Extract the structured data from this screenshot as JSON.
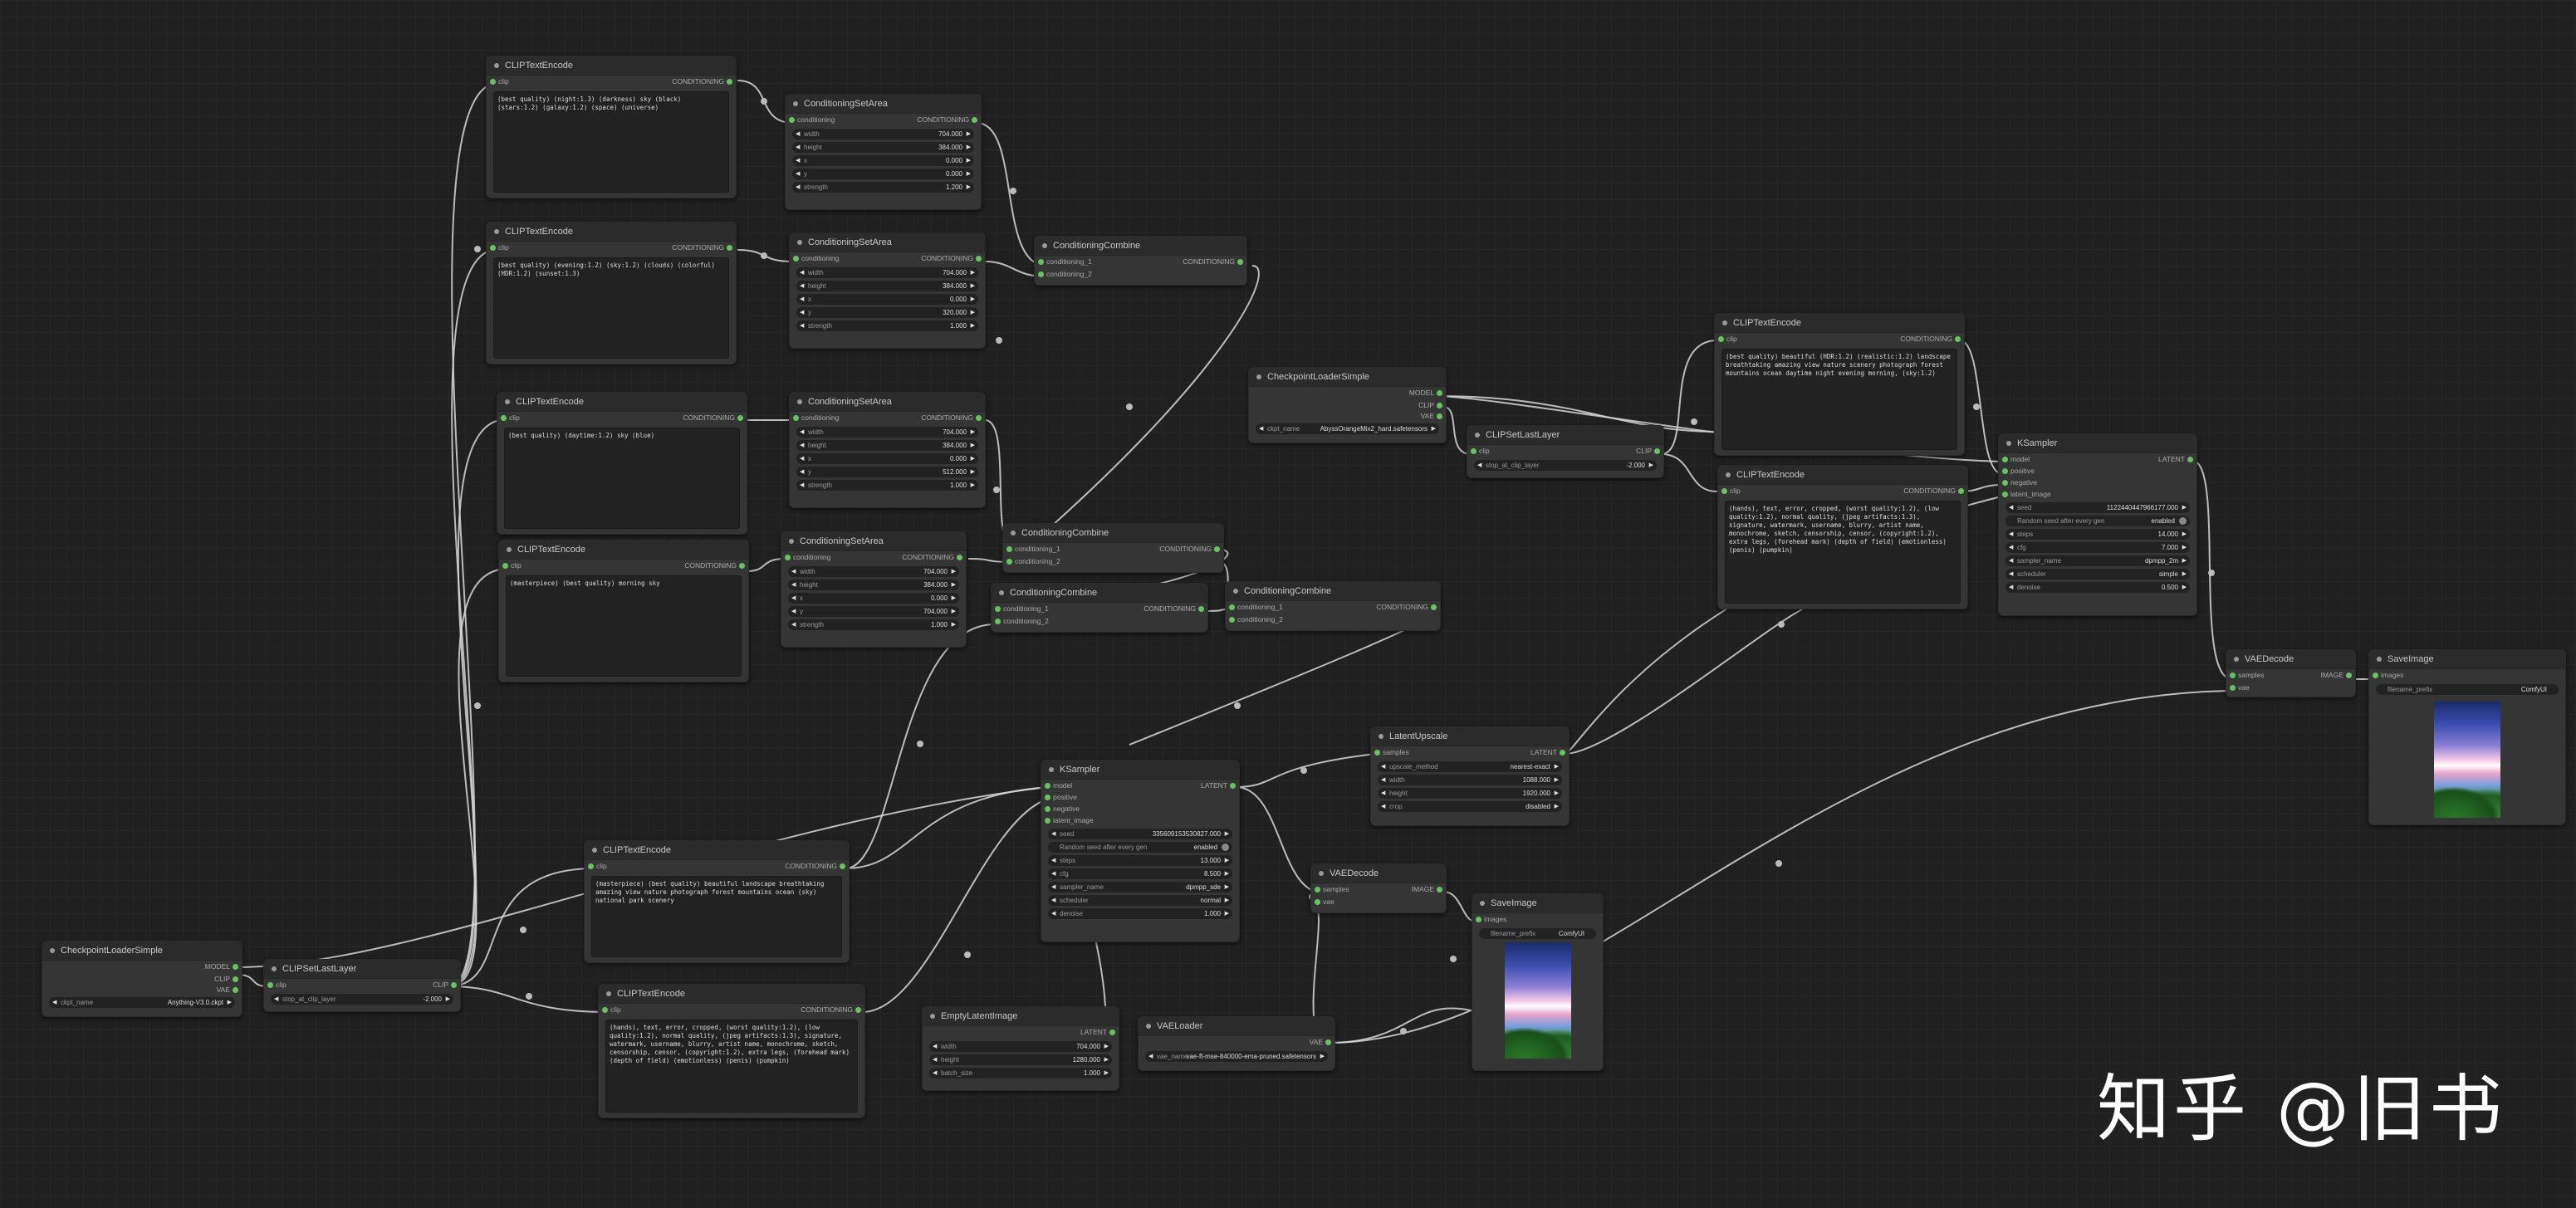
{
  "watermark": "知乎 @旧书",
  "labels": {
    "clip": "clip",
    "conditioning": "conditioning",
    "CONDITIONING": "CONDITIONING",
    "conditioning_1": "conditioning_1",
    "conditioning_2": "conditioning_2",
    "MODEL": "MODEL",
    "CLIP": "CLIP",
    "VAE": "VAE",
    "model": "model",
    "positive": "positive",
    "negative": "negative",
    "latent_image": "latent_image",
    "LATENT": "LATENT",
    "samples": "samples",
    "vae": "vae",
    "IMAGE": "IMAGE",
    "images": "images"
  },
  "titles": {
    "clip_text_encode": "CLIPTextEncode",
    "conditioning_set_area": "ConditioningSetArea",
    "conditioning_combine": "ConditioningCombine",
    "checkpoint_loader": "CheckpointLoaderSimple",
    "clip_set_last_layer": "CLIPSetLastLayer",
    "ksampler": "KSampler",
    "latent_upscale": "LatentUpscale",
    "vae_decode": "VAEDecode",
    "save_image": "SaveImage",
    "empty_latent": "EmptyLatentImage",
    "vae_loader": "VAELoader"
  },
  "prompts": {
    "p1": "(best quality) (night:1.3) (darkness) sky (black) (stars:1.2) (galaxy:1.2) (space) (universe)",
    "p2": "(best quality) (evening:1.2) (sky:1.2) (clouds) (colorful) (HDR:1.2) (sunset:1.3)",
    "p3": "(best quality) (daytime:1.2) sky (blue)",
    "p4": "(masterpiece) (best quality) morning sky",
    "p5": "(masterpiece) (best quality) beautiful landscape breathtaking amazing view nature photograph forest mountains ocean (sky) national park scenery",
    "p6": "(hands), text, error, cropped, (worst quality:1.2), (low quality:1.2), normal quality, (jpeg artifacts:1.3), signature, watermark, username, blurry, artist name, monochrome, sketch, censorship, censor, (copyright:1.2), extra legs, (forehead mark) (depth of field) (emotionless) (penis) (pumpkin)",
    "p7": "(best quality) beautiful (HDR:1.2) (realistic:1.2) landscape breathtaking amazing view nature scenery photograph forest mountains ocean daytime night evening morning, (sky:1.2)",
    "p8": "(hands), text, error, cropped, (worst quality:1.2), (low quality:1.2), normal quality, (jpeg artifacts:1.3), signature, watermark, username, blurry, artist name, monochrome, sketch, censorship, censor, (copyright:1.2), extra legs, (forehead mark) (depth of field) (emotionless) (penis) (pumpkin)"
  },
  "area1": {
    "width": "width",
    "width_v": "704.000",
    "height": "height",
    "height_v": "384.000",
    "x": "x",
    "x_v": "0.000",
    "y": "y",
    "y_v": "0.000",
    "strength": "strength",
    "strength_v": "1.200"
  },
  "area2": {
    "width_v": "704.000",
    "height_v": "384.000",
    "x_v": "0.000",
    "y_v": "320.000",
    "strength_v": "1.000"
  },
  "area3": {
    "width_v": "704.000",
    "height_v": "384.000",
    "x_v": "0.000",
    "y_v": "512.000",
    "strength_v": "1.000"
  },
  "area4": {
    "width_v": "704.000",
    "height_v": "384.000",
    "x_v": "0.000",
    "y_v": "704.000",
    "strength_v": "1.000"
  },
  "ckpt1": {
    "label": "ckpt_name",
    "value": "Anything-V3.0.ckpt"
  },
  "ckpt2": {
    "label": "ckpt_name",
    "value": "AbyssOrangeMix2_hard.safetensors"
  },
  "csl": {
    "label": "stop_at_clip_layer",
    "value": "-2.000"
  },
  "ks1": {
    "seed": "seed",
    "seed_v": "335609153530827.000",
    "rand": "Random seed after every gen",
    "rand_v": "enabled",
    "steps": "steps",
    "steps_v": "13.000",
    "cfg": "cfg",
    "cfg_v": "8.500",
    "sampler": "sampler_name",
    "sampler_v": "dpmpp_sde",
    "scheduler": "scheduler",
    "scheduler_v": "normal",
    "denoise": "denoise",
    "denoise_v": "1.000"
  },
  "ks2": {
    "seed_v": "1122440447966177.000",
    "rand_v": "enabled",
    "steps_v": "14.000",
    "cfg_v": "7.000",
    "sampler_v": "dpmpp_2m",
    "scheduler_v": "simple",
    "denoise_v": "0.500"
  },
  "upscale": {
    "method": "upscale_method",
    "method_v": "nearest-exact",
    "width": "width",
    "width_v": "1088.000",
    "height": "height",
    "height_v": "1920.000",
    "crop": "crop",
    "crop_v": "disabled"
  },
  "empty": {
    "width": "width",
    "width_v": "704.000",
    "height": "height",
    "height_v": "1280.000",
    "batch": "batch_size",
    "batch_v": "1.000"
  },
  "vaeload": {
    "label": "vae_name",
    "value": "vae-ft-mse-840000-ema-pruned.safetensors"
  },
  "save": {
    "label": "filename_prefix",
    "value": "ComfyUI"
  }
}
